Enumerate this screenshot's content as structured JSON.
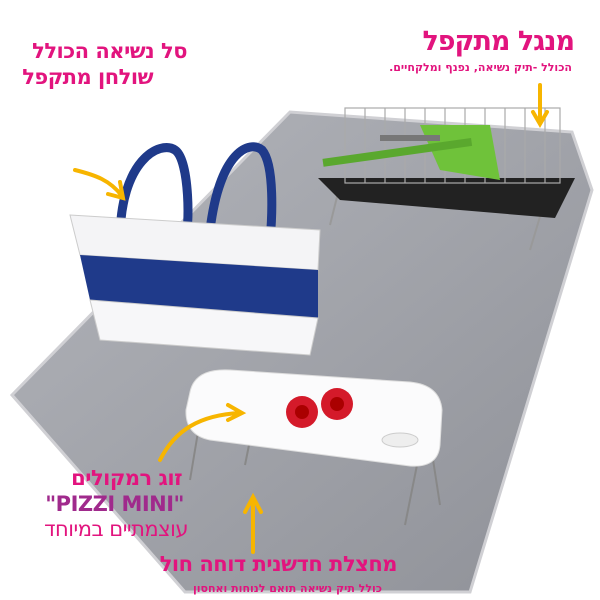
{
  "colors": {
    "pink": "#e2147e",
    "purple": "#a02a8c",
    "arrow": "#f7b500",
    "mat": "#9d9fa6",
    "basket_blue": "#1f3a8a"
  },
  "grill": {
    "title": "מנגל מתקפל",
    "subtitle": "הכולל -תיק נשיאה, נפנף ומלקחיים."
  },
  "basket": {
    "line1": "סל נשיאה הכולל",
    "line2": "שולחן מתקפל"
  },
  "speakers": {
    "line1": "זוג רמקולים",
    "line2": "\"PIZZI MINI\"",
    "line3": "עוצמתיים במיוחד"
  },
  "mat": {
    "title": "מחצלת חדשנית דוחה חול",
    "subtitle": "כולל תיק נשיאה תואם לנוחות ואחסון"
  }
}
